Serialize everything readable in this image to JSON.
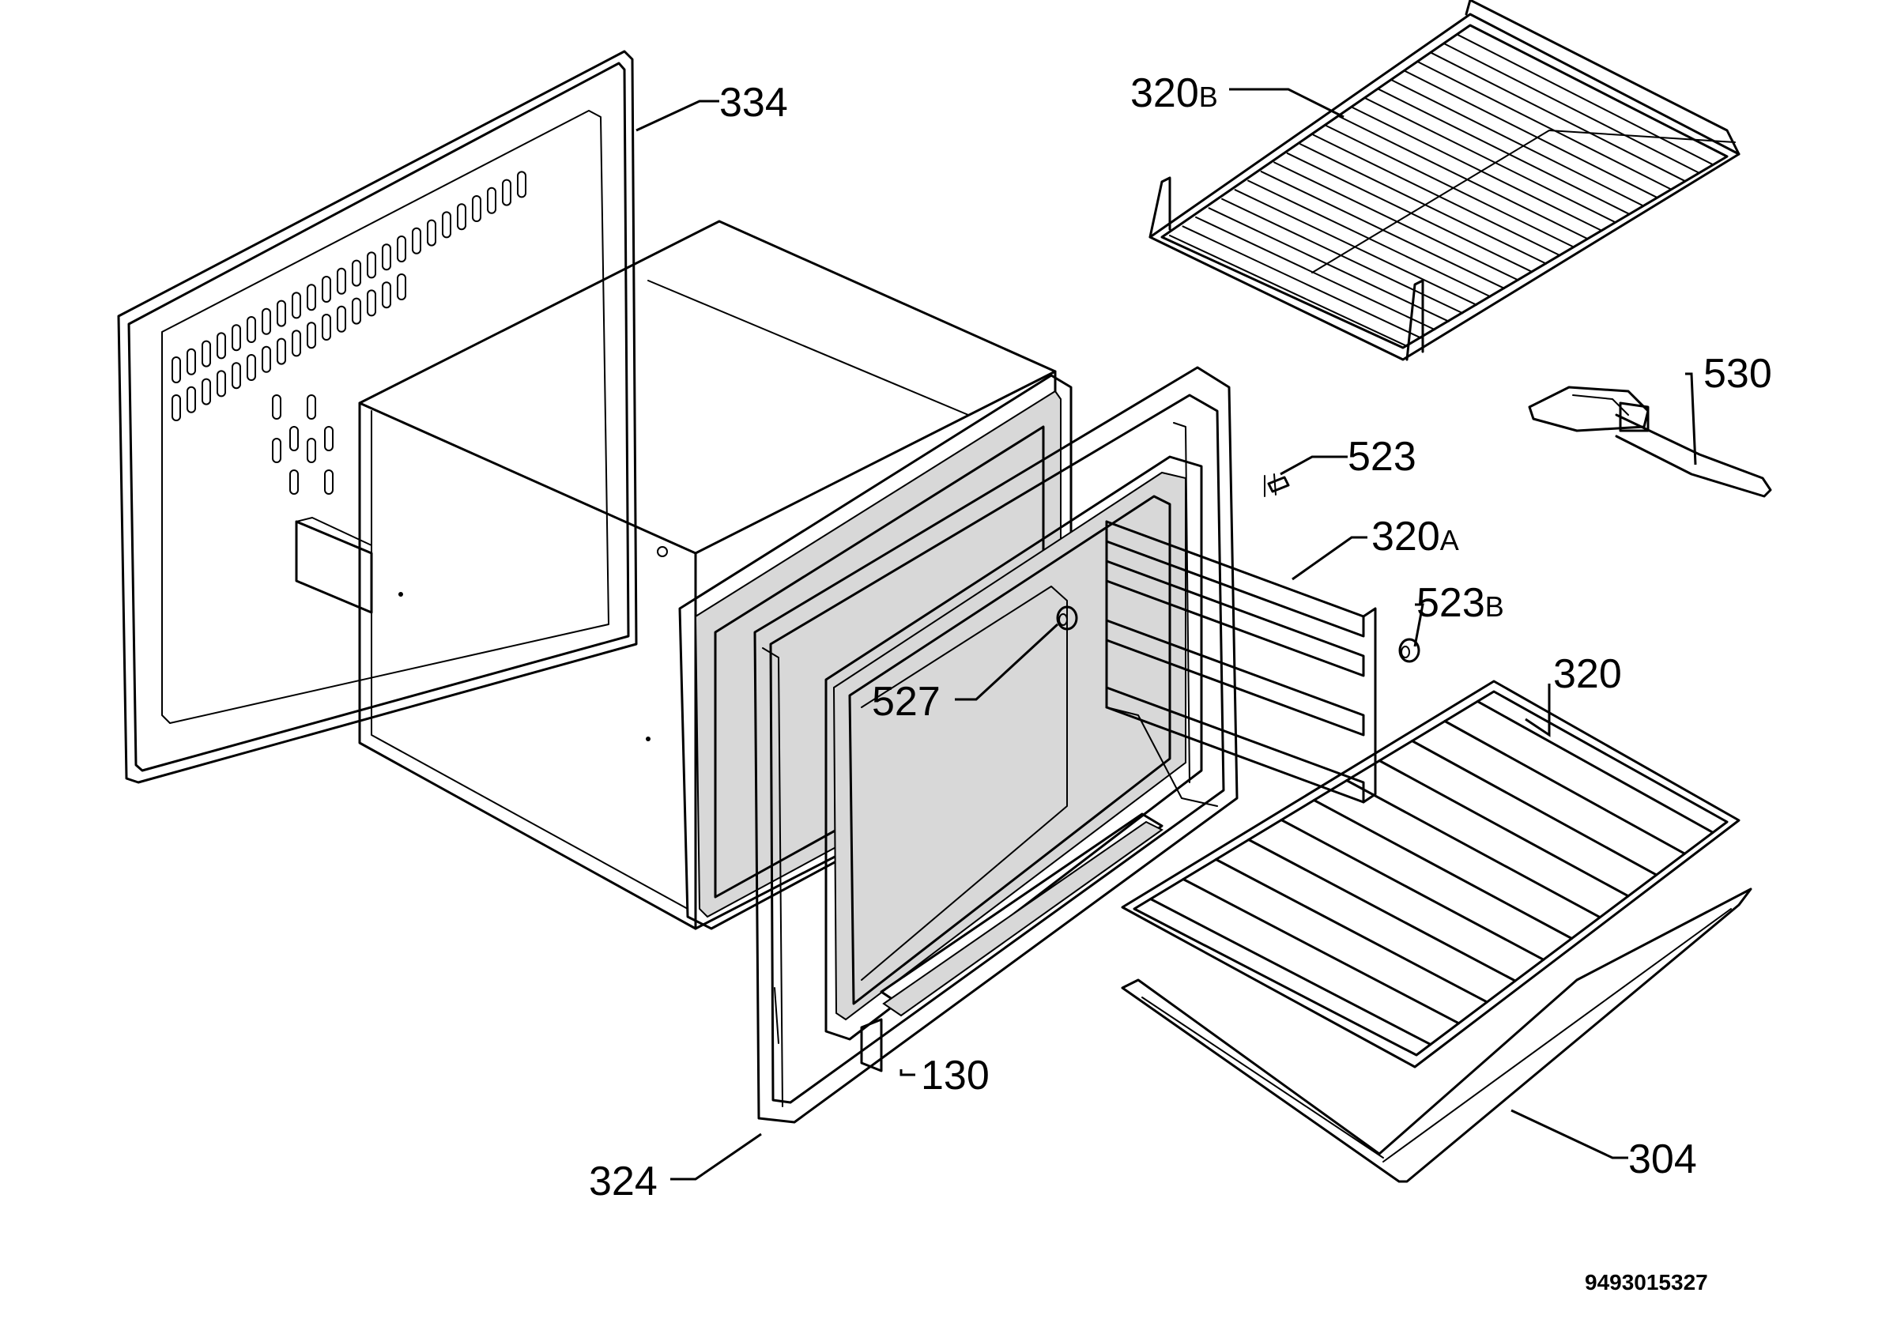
{
  "labels": {
    "p334": "334",
    "p320B": {
      "num": "320",
      "suffix": "B"
    },
    "p530": "530",
    "p523": "523",
    "p320A": {
      "num": "320",
      "suffix": "A"
    },
    "p523B": {
      "num": "523",
      "suffix": "B"
    },
    "p320": "320",
    "p527": "527",
    "p130": "130",
    "p324": "324",
    "p304": "304"
  },
  "document_number": "9493015327",
  "colors": {
    "line": "#000000",
    "background": "#ffffff",
    "seal_fill": "#d8d8d8"
  }
}
